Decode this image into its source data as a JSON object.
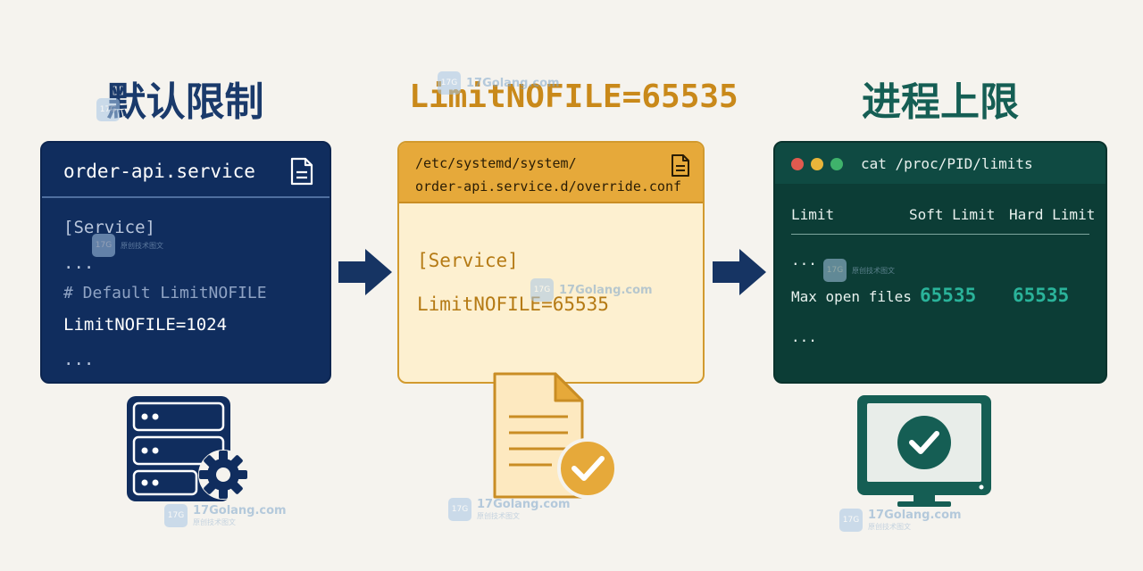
{
  "headings": {
    "default_limit": "默认限制",
    "limit_setting": "LimitNOFILE=65535",
    "process_limit": "进程上限"
  },
  "default_panel": {
    "title": "order-api.service",
    "lines": [
      "[Service]",
      "...",
      "# Default LimitNOFILE",
      "LimitNOFILE=1024",
      "..."
    ]
  },
  "override_panel": {
    "title_line1": "/etc/systemd/system/",
    "title_line2": "order-api.service.d/override.conf",
    "lines": [
      "[Service]",
      "LimitNOFILE=65535"
    ]
  },
  "limits_panel": {
    "title": "cat /proc/PID/limits",
    "columns": [
      "Limit",
      "Soft Limit",
      "Hard Limit"
    ],
    "ellipsis_top": "...",
    "row_label": "Max open files",
    "soft_value": "65535",
    "hard_value": "65535",
    "ellipsis_bottom": "..."
  },
  "watermark": {
    "logo_text": "17G",
    "site": "17Golang.com",
    "tagline": "原创技术图文"
  },
  "colors": {
    "navy": "#102d5e",
    "amber": "#e6a93a",
    "teal": "#0c3d36",
    "accent_teal": "#2ab39a",
    "dot_red": "#e05a4f",
    "dot_yellow": "#e8b53a",
    "dot_green": "#3fb26b"
  },
  "icons": {
    "server": "server-gear-icon",
    "document": "document-check-icon",
    "monitor": "monitor-check-icon",
    "file": "file-icon",
    "arrow": "arrow-right-icon"
  }
}
